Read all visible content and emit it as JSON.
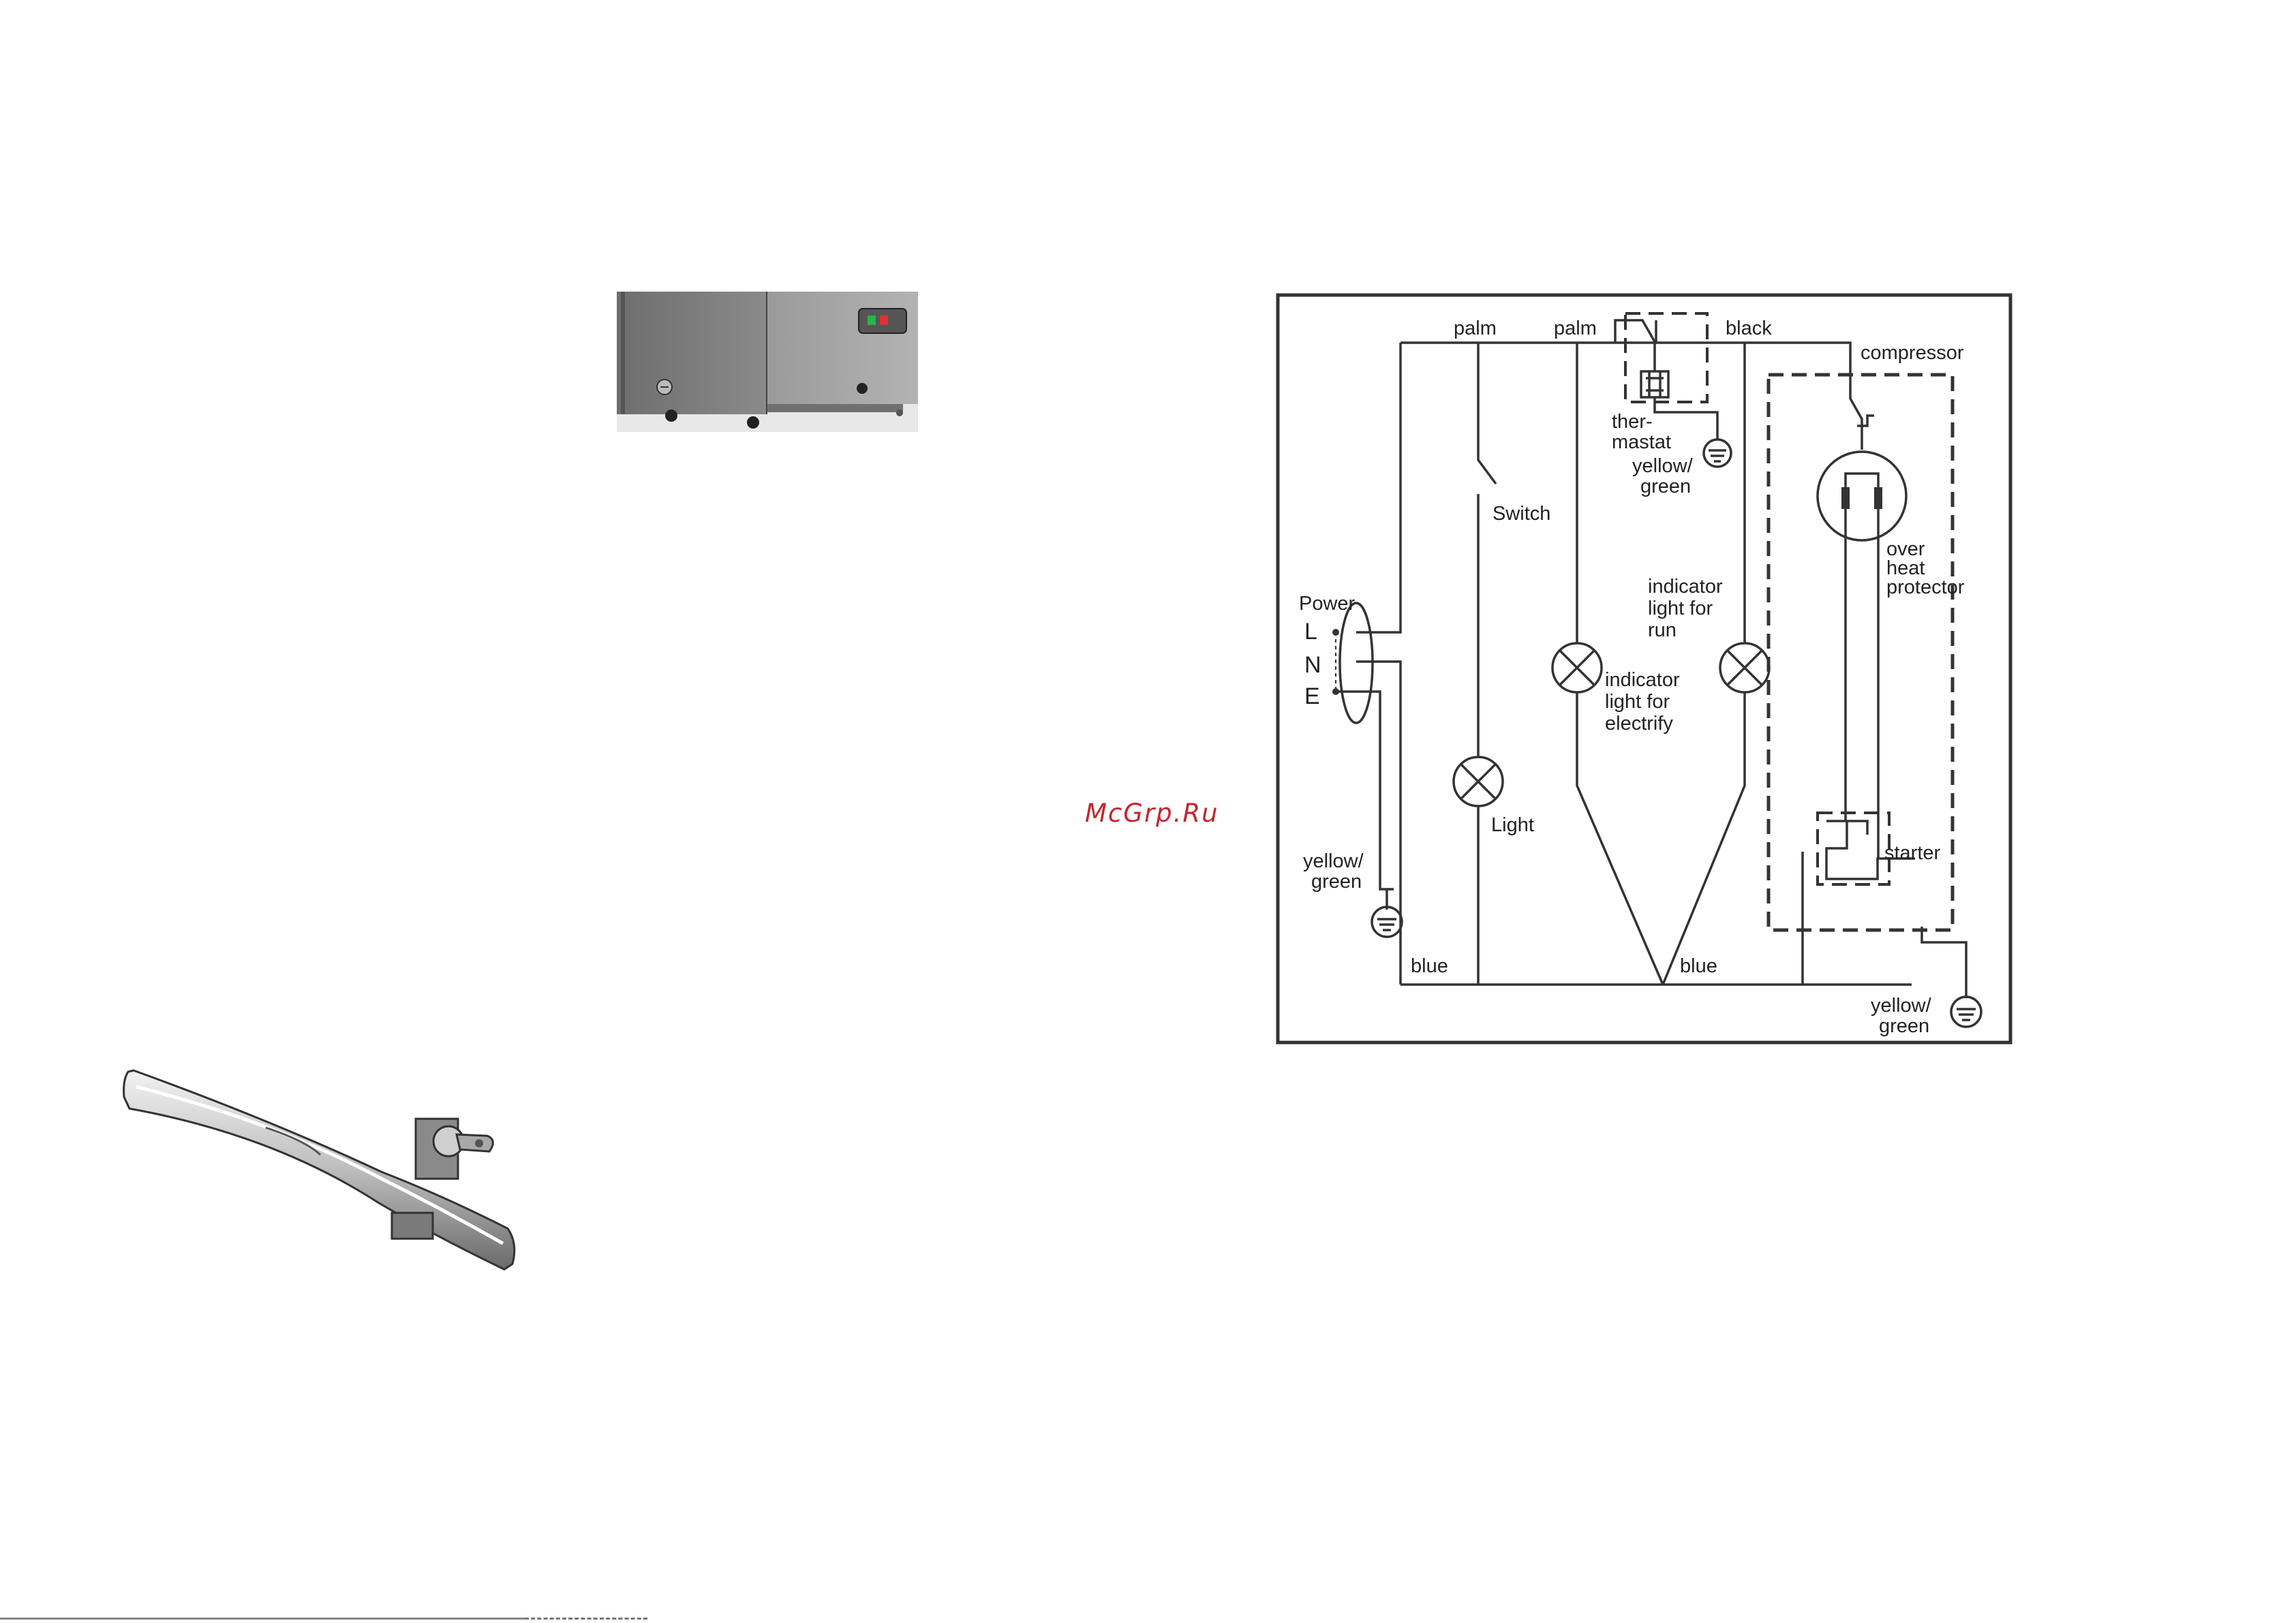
{
  "watermark": "McGrp.Ru",
  "images": {
    "freezer": "freezer-cabinet-base-photo",
    "handle": "lid-handle-with-lock-photo"
  },
  "diagram": {
    "top_labels": {
      "palm_1": "palm",
      "palm_2": "palm",
      "black": "black"
    },
    "compressor": "compressor",
    "thermostat": [
      "ther-",
      "mastat"
    ],
    "thermostat_ground": [
      "yellow/",
      "green"
    ],
    "switch": "Switch",
    "power": "Power",
    "power_terminals": {
      "L": "L",
      "N": "N",
      "E": "E"
    },
    "indicator_run": [
      "indicator",
      "light for",
      "run"
    ],
    "indicator_electrify": [
      "indicator",
      "light for",
      "electrify"
    ],
    "overheat": [
      "over",
      "heat",
      "protector"
    ],
    "light": "Light",
    "power_ground": [
      "yellow/",
      "green"
    ],
    "starter": "starter",
    "bottom_labels": {
      "blue_1": "blue",
      "blue_2": "blue"
    },
    "frame_ground": [
      "yellow/",
      "green"
    ]
  },
  "colors": {
    "watermark": "#c1272d",
    "wire": "#333333"
  }
}
